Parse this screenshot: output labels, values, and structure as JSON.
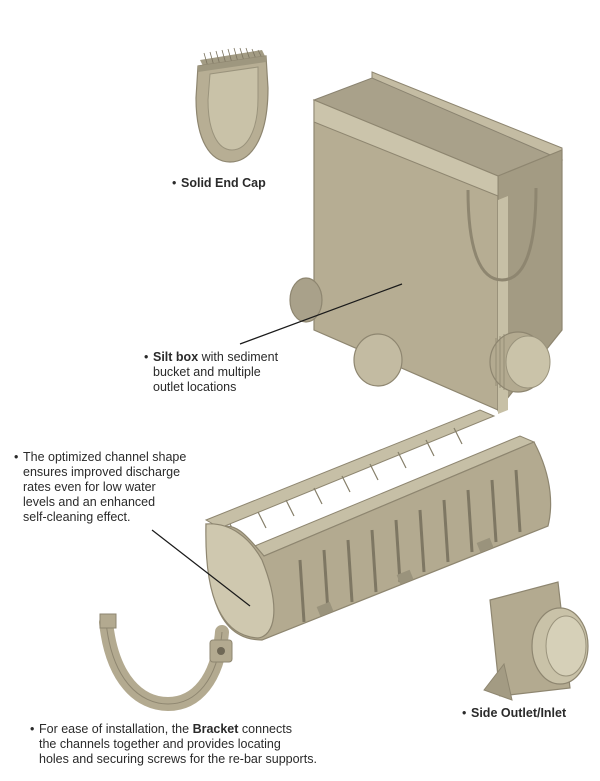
{
  "colors": {
    "body": "#bdb49a",
    "light": "#d2ccb4",
    "dark": "#8e8670",
    "shadow": "#6f6856",
    "text": "#2a2a2a"
  },
  "callouts": {
    "end_cap": {
      "bullet": "•",
      "title": "Solid End Cap"
    },
    "silt_box": {
      "bullet": "•",
      "title": "Silt box",
      "line1_rest": " with sediment",
      "line2": "bucket and multiple",
      "line3": "outlet locations"
    },
    "channel": {
      "bullet": "•",
      "line1": "The optimized channel shape",
      "line2": "ensures improved discharge",
      "line3": "rates even for low water",
      "line4": "levels and an enhanced",
      "line5": "self-cleaning effect."
    },
    "bracket": {
      "bullet": "•",
      "line1_pre": "For ease of installation, the ",
      "line1_bold": "Bracket",
      "line1_post": " connects",
      "line2": "the channels together and provides locating",
      "line3": "holes and securing screws for the re-bar supports."
    },
    "side_outlet": {
      "bullet": "•",
      "title": "Side Outlet/Inlet"
    }
  },
  "illustrations": [
    "end-cap",
    "silt-box",
    "channel",
    "bracket",
    "side-outlet"
  ]
}
